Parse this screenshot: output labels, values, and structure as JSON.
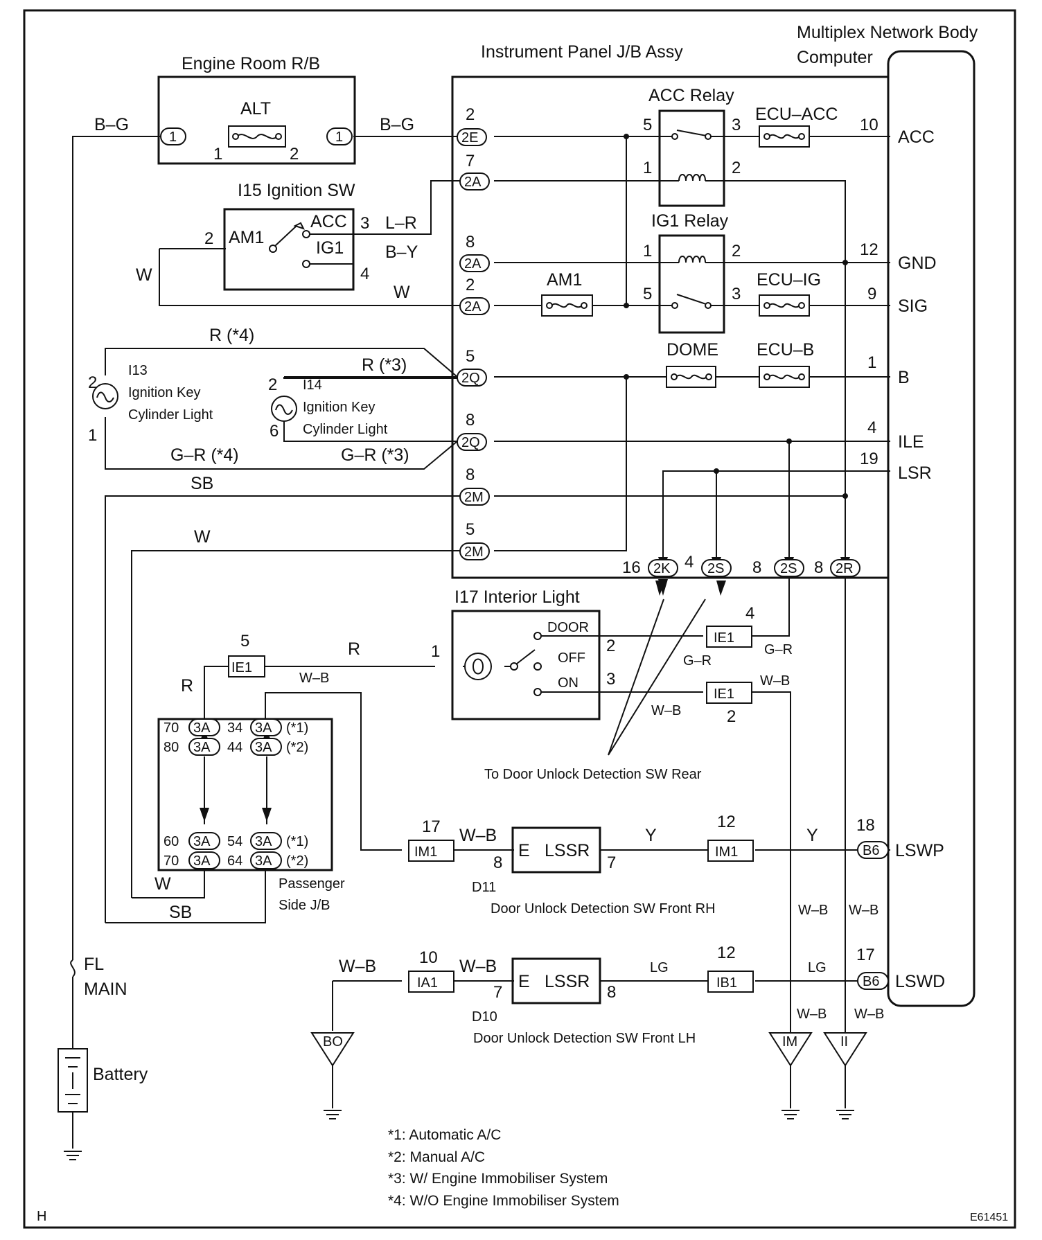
{
  "titles": {
    "engine_room_rb": "Engine Room R/B",
    "ip_jb": "Instrument Panel J/B Assy",
    "mpx_line1": "Multiplex Network Body",
    "mpx_line2": "Computer",
    "ignition_sw": "I15 Ignition SW",
    "acc_relay": "ACC Relay",
    "ig1_relay": "IG1 Relay",
    "interior_light": "I17 Interior Light",
    "passenger_jb_1": "Passenger",
    "passenger_jb_2": "Side J/B",
    "i13_1": "I13",
    "i13_2": "Ignition Key",
    "i13_3": "Cylinder Light",
    "i14_1": "I14",
    "i14_2": "Ignition Key",
    "i14_3": "Cylinder Light",
    "d11_1": "D11",
    "d11_2": "Door Unlock Detection SW Front RH",
    "d10_1": "D10",
    "d10_2": "Door Unlock Detection SW Front LH",
    "rear_sw": "To Door Unlock Detection SW Rear",
    "battery": "Battery",
    "fl": "FL",
    "main": "MAIN",
    "page_mark": "H",
    "fig_code": "E61451"
  },
  "fuses": {
    "alt": "ALT",
    "ecu_acc": "ECU–ACC",
    "am1": "AM1",
    "ecu_ig": "ECU–IG",
    "dome": "DOME",
    "ecu_b": "ECU–B"
  },
  "terminals": {
    "acc": "ACC",
    "gnd": "GND",
    "sig": "SIG",
    "b": "B",
    "ile": "ILE",
    "lsr": "LSR",
    "lswp": "LSWP",
    "lswd": "LSWD",
    "sw_acc": "ACC",
    "sw_am1": "AM1",
    "sw_ig1": "IG1",
    "door": "DOOR",
    "off": "OFF",
    "on": "ON",
    "e": "E",
    "lssr": "LSSR"
  },
  "connectors": {
    "c1": "1",
    "2e": "2E",
    "2a": "2A",
    "2q": "2Q",
    "2m": "2M",
    "2k": "2K",
    "2s": "2S",
    "2r": "2R",
    "ie1": "IE1",
    "im1": "IM1",
    "ia1": "IA1",
    "ib1": "IB1",
    "b6": "B6",
    "3a": "3A",
    "g_bo": "BO",
    "g_im": "IM",
    "g_ii": "II"
  },
  "pins": {
    "p1": "1",
    "p2": "2",
    "p3": "3",
    "p4": "4",
    "p5": "5",
    "p6": "6",
    "p7": "7",
    "p8": "8",
    "p9": "9",
    "p10": "10",
    "p12": "12",
    "p16": "16",
    "p17": "17",
    "p18": "18",
    "p19": "19",
    "p34": "34",
    "p44": "44",
    "p54": "54",
    "p60": "60",
    "p64": "64",
    "p70": "70",
    "p80": "80",
    "star1": "(*1)",
    "star2": "(*2)"
  },
  "wires": {
    "bg": "B–G",
    "lr": "L–R",
    "by": "B–Y",
    "w": "W",
    "r": "R",
    "r4": "R (*4)",
    "r3": "R (*3)",
    "gr4": "G–R (*4)",
    "gr3": "G–R (*3)",
    "sb": "SB",
    "gr": "G–R",
    "wb": "W–B",
    "y": "Y",
    "lg": "LG"
  },
  "notes": [
    "*1: Automatic A/C",
    "*2: Manual A/C",
    "*3: W/ Engine Immobiliser System",
    "*4: W/O Engine Immobiliser System"
  ]
}
